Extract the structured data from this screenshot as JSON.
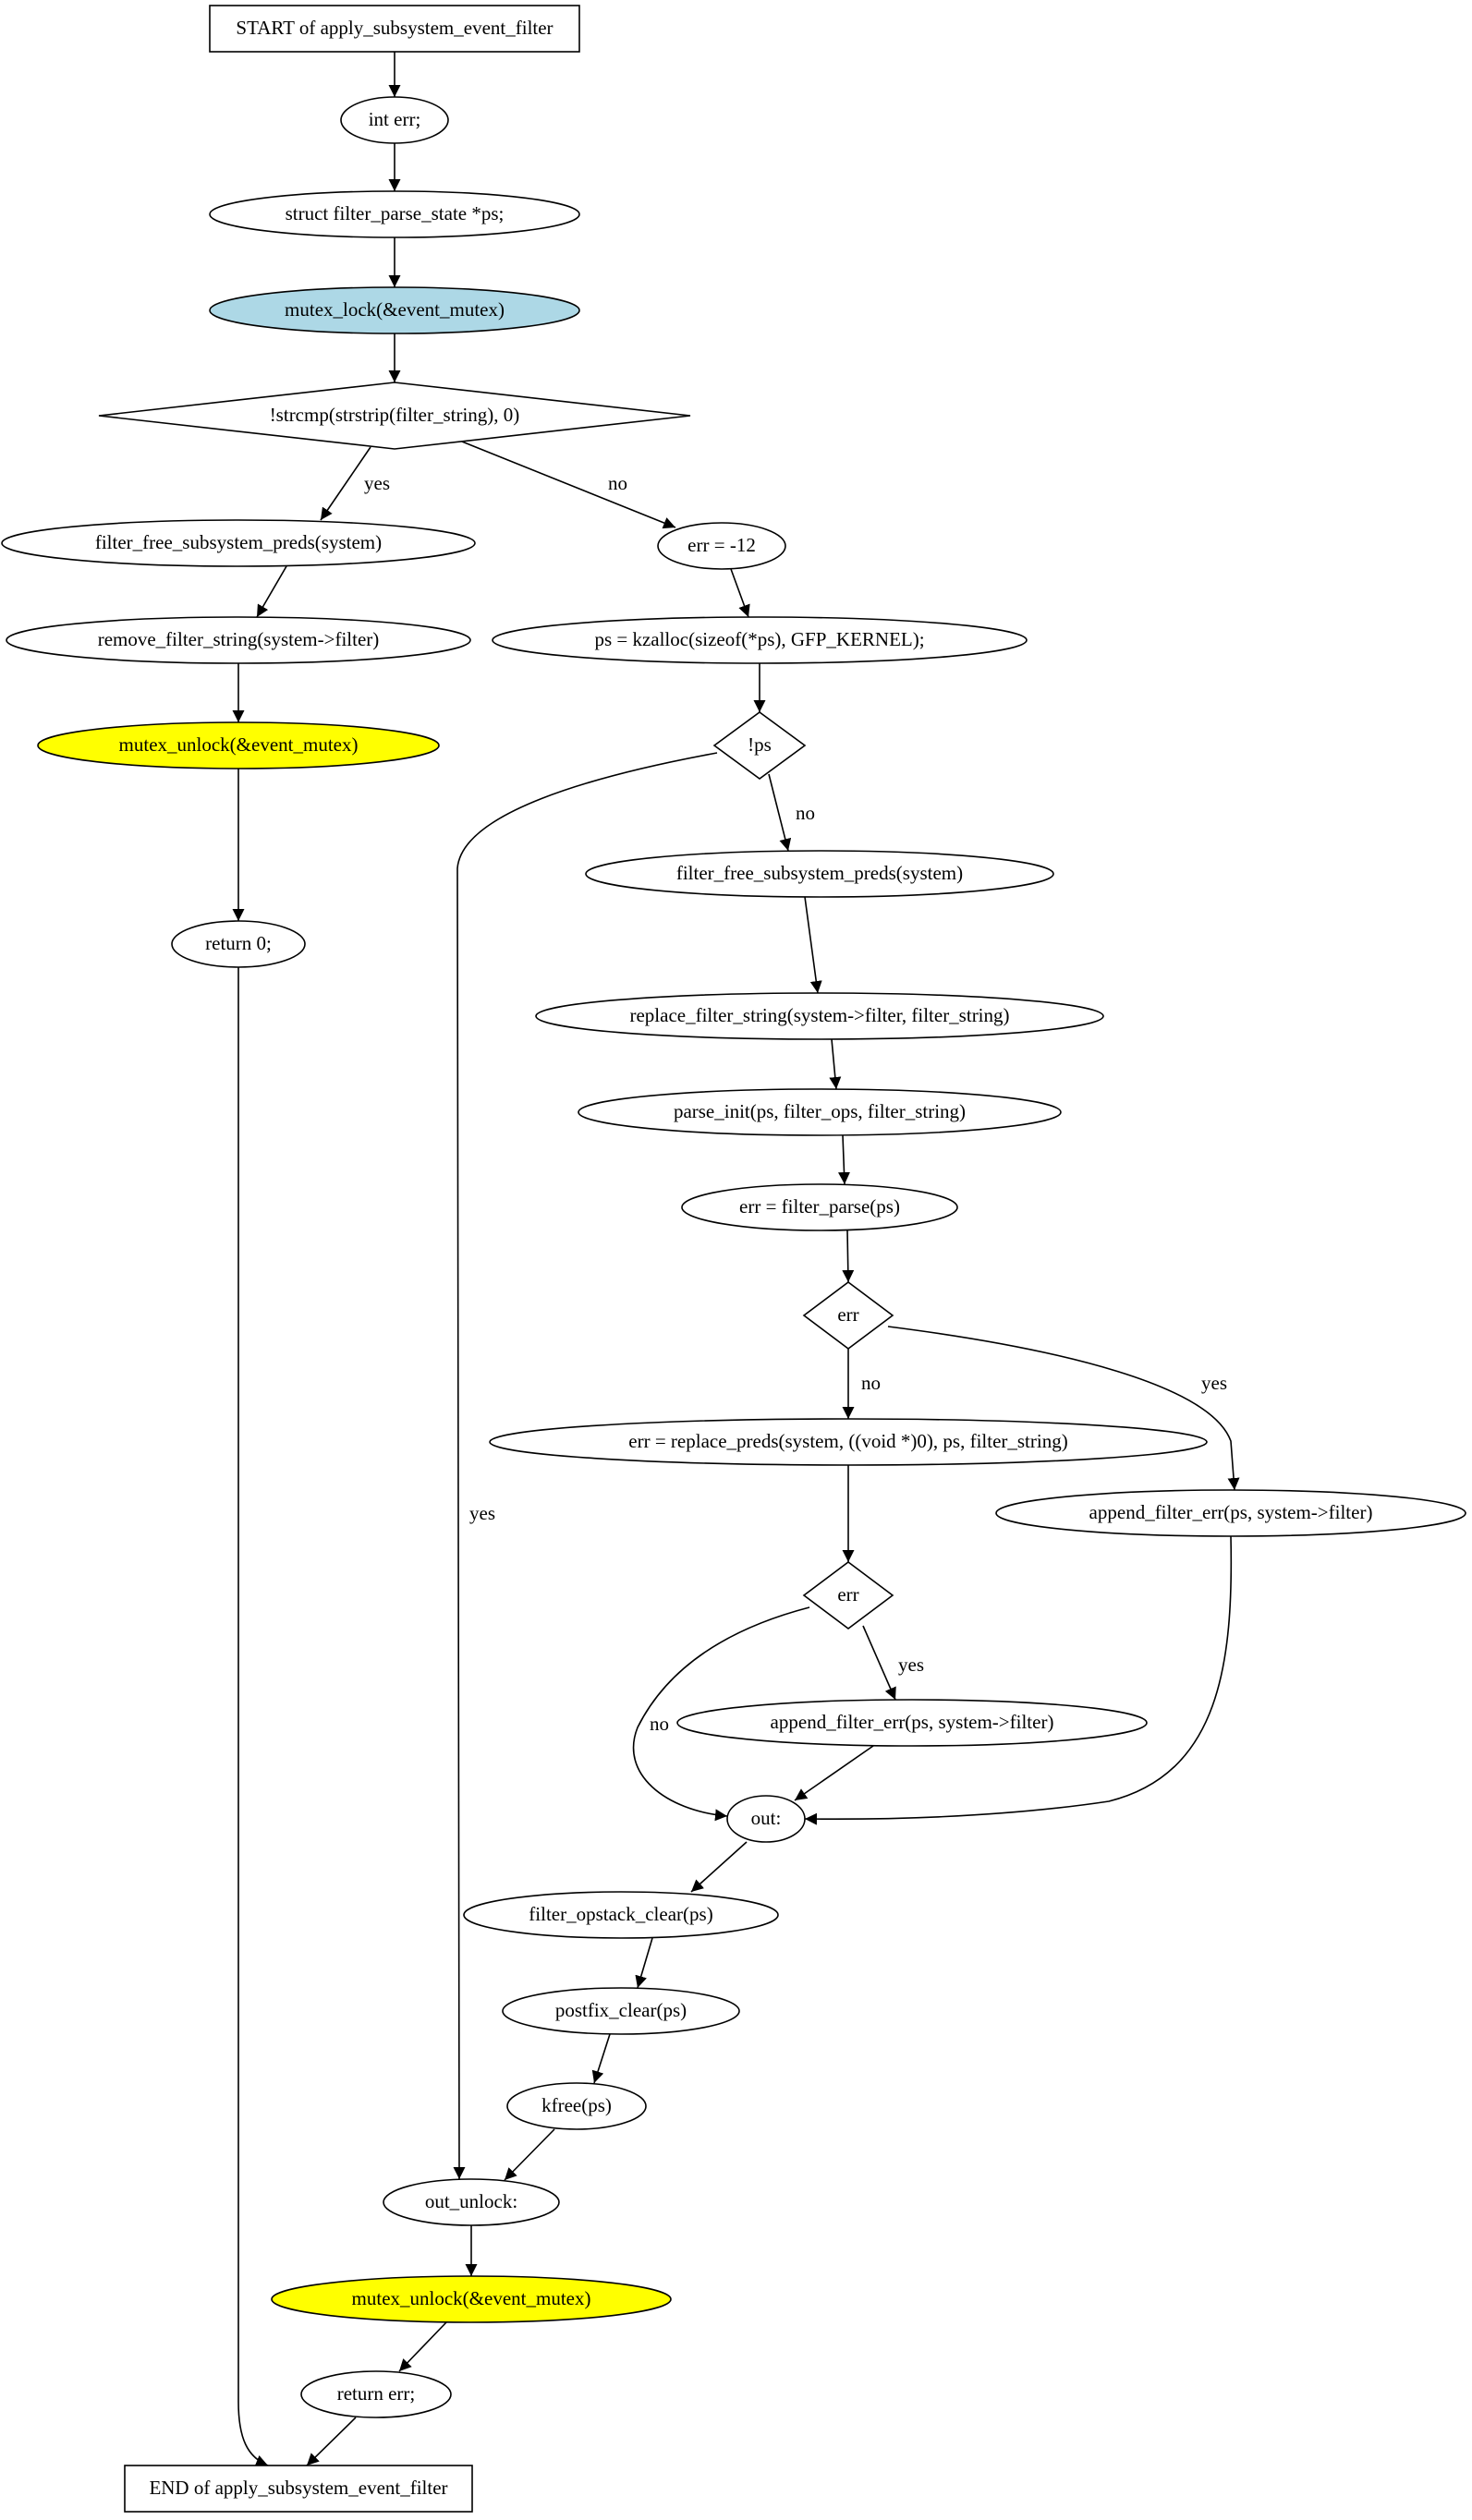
{
  "diagram": {
    "colors": {
      "default_fill": "#ffffff",
      "lock_fill": "#add8e6",
      "unlock_fill": "#ffff00",
      "stroke": "#000000"
    },
    "nodes": [
      {
        "id": "start",
        "shape": "box",
        "label": "START of apply_subsystem_event_filter",
        "fill": "default"
      },
      {
        "id": "int_err",
        "shape": "ellipse",
        "label": "int err;",
        "fill": "default"
      },
      {
        "id": "struct_ps",
        "shape": "ellipse",
        "label": "struct filter_parse_state *ps;",
        "fill": "default"
      },
      {
        "id": "mutex_lock",
        "shape": "ellipse",
        "label": "mutex_lock(&event_mutex)",
        "fill": "lock"
      },
      {
        "id": "strcmp",
        "shape": "diamond",
        "label": "!strcmp(strstrip(filter_string), 0)",
        "fill": "default"
      },
      {
        "id": "free_preds_1",
        "shape": "ellipse",
        "label": "filter_free_subsystem_preds(system)",
        "fill": "default"
      },
      {
        "id": "err_12",
        "shape": "ellipse",
        "label": "err = -12",
        "fill": "default"
      },
      {
        "id": "remove_string",
        "shape": "ellipse",
        "label": "remove_filter_string(system->filter)",
        "fill": "default"
      },
      {
        "id": "kzalloc",
        "shape": "ellipse",
        "label": "ps = kzalloc(sizeof(*ps), GFP_KERNEL);",
        "fill": "default"
      },
      {
        "id": "unlock_1",
        "shape": "ellipse",
        "label": "mutex_unlock(&event_mutex)",
        "fill": "unlock"
      },
      {
        "id": "not_ps",
        "shape": "diamond",
        "label": "!ps",
        "fill": "default"
      },
      {
        "id": "free_preds_2",
        "shape": "ellipse",
        "label": "filter_free_subsystem_preds(system)",
        "fill": "default"
      },
      {
        "id": "return_0",
        "shape": "ellipse",
        "label": "return 0;",
        "fill": "default"
      },
      {
        "id": "replace_string",
        "shape": "ellipse",
        "label": "replace_filter_string(system->filter, filter_string)",
        "fill": "default"
      },
      {
        "id": "parse_init",
        "shape": "ellipse",
        "label": "parse_init(ps, filter_ops, filter_string)",
        "fill": "default"
      },
      {
        "id": "filter_parse",
        "shape": "ellipse",
        "label": "err = filter_parse(ps)",
        "fill": "default"
      },
      {
        "id": "err_1",
        "shape": "diamond",
        "label": "err",
        "fill": "default"
      },
      {
        "id": "replace_preds",
        "shape": "ellipse",
        "label": "err = replace_preds(system, ((void *)0), ps, filter_string)",
        "fill": "default"
      },
      {
        "id": "append_err_1",
        "shape": "ellipse",
        "label": "append_filter_err(ps, system->filter)",
        "fill": "default"
      },
      {
        "id": "err_2",
        "shape": "diamond",
        "label": "err",
        "fill": "default"
      },
      {
        "id": "append_err_2",
        "shape": "ellipse",
        "label": "append_filter_err(ps, system->filter)",
        "fill": "default"
      },
      {
        "id": "out",
        "shape": "ellipse",
        "label": "out:",
        "fill": "default"
      },
      {
        "id": "opstack_clear",
        "shape": "ellipse",
        "label": "filter_opstack_clear(ps)",
        "fill": "default"
      },
      {
        "id": "postfix_clear",
        "shape": "ellipse",
        "label": "postfix_clear(ps)",
        "fill": "default"
      },
      {
        "id": "kfree",
        "shape": "ellipse",
        "label": "kfree(ps)",
        "fill": "default"
      },
      {
        "id": "out_unlock",
        "shape": "ellipse",
        "label": "out_unlock:",
        "fill": "default"
      },
      {
        "id": "unlock_2",
        "shape": "ellipse",
        "label": "mutex_unlock(&event_mutex)",
        "fill": "unlock"
      },
      {
        "id": "return_err",
        "shape": "ellipse",
        "label": "return err;",
        "fill": "default"
      },
      {
        "id": "end",
        "shape": "box",
        "label": "END of apply_subsystem_event_filter",
        "fill": "default"
      }
    ],
    "edges": [
      {
        "from": "start",
        "to": "int_err",
        "label": ""
      },
      {
        "from": "int_err",
        "to": "struct_ps",
        "label": ""
      },
      {
        "from": "struct_ps",
        "to": "mutex_lock",
        "label": ""
      },
      {
        "from": "mutex_lock",
        "to": "strcmp",
        "label": ""
      },
      {
        "from": "strcmp",
        "to": "free_preds_1",
        "label": "yes"
      },
      {
        "from": "strcmp",
        "to": "err_12",
        "label": "no"
      },
      {
        "from": "free_preds_1",
        "to": "remove_string",
        "label": ""
      },
      {
        "from": "remove_string",
        "to": "unlock_1",
        "label": ""
      },
      {
        "from": "unlock_1",
        "to": "return_0",
        "label": ""
      },
      {
        "from": "return_0",
        "to": "end",
        "label": ""
      },
      {
        "from": "err_12",
        "to": "kzalloc",
        "label": ""
      },
      {
        "from": "kzalloc",
        "to": "not_ps",
        "label": ""
      },
      {
        "from": "not_ps",
        "to": "out_unlock",
        "label": "yes"
      },
      {
        "from": "not_ps",
        "to": "free_preds_2",
        "label": "no"
      },
      {
        "from": "free_preds_2",
        "to": "replace_string",
        "label": ""
      },
      {
        "from": "replace_string",
        "to": "parse_init",
        "label": ""
      },
      {
        "from": "parse_init",
        "to": "filter_parse",
        "label": ""
      },
      {
        "from": "filter_parse",
        "to": "err_1",
        "label": ""
      },
      {
        "from": "err_1",
        "to": "replace_preds",
        "label": "no"
      },
      {
        "from": "err_1",
        "to": "append_err_1",
        "label": "yes"
      },
      {
        "from": "replace_preds",
        "to": "err_2",
        "label": ""
      },
      {
        "from": "append_err_1",
        "to": "out",
        "label": ""
      },
      {
        "from": "err_2",
        "to": "append_err_2",
        "label": "yes"
      },
      {
        "from": "err_2",
        "to": "out",
        "label": "no"
      },
      {
        "from": "append_err_2",
        "to": "out",
        "label": ""
      },
      {
        "from": "out",
        "to": "opstack_clear",
        "label": ""
      },
      {
        "from": "opstack_clear",
        "to": "postfix_clear",
        "label": ""
      },
      {
        "from": "postfix_clear",
        "to": "kfree",
        "label": ""
      },
      {
        "from": "kfree",
        "to": "out_unlock",
        "label": ""
      },
      {
        "from": "out_unlock",
        "to": "unlock_2",
        "label": ""
      },
      {
        "from": "unlock_2",
        "to": "return_err",
        "label": ""
      },
      {
        "from": "return_err",
        "to": "end",
        "label": ""
      }
    ]
  }
}
